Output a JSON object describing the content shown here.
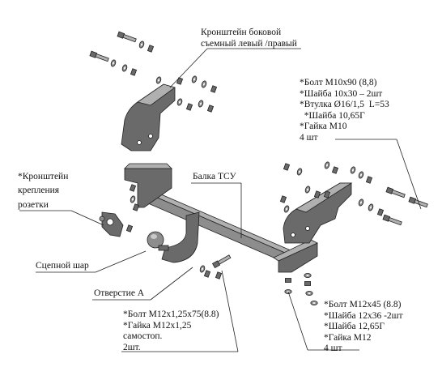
{
  "labels": {
    "side_bracket": "Кронштейн боковой\nсъемный левый /правый",
    "bolt_set_right": "*Болт М10х90 (8,8)\n*Шайба 10х30 – 2шт\n*Втулка Ø16/1,5  L=53\n  *Шайба 10,65Г\n*Гайка М10\n4 шт",
    "socket_bracket_line1": "*Кронштейн",
    "socket_bracket_line2": "крепления",
    "socket_bracket_line3": "розетки",
    "beam": "Балка ТСУ",
    "tow_ball": "Сцепной шар",
    "hole_a": "Отверстие А",
    "bolt_set_left": "*Болт М12х1,25х75(8.8)\n*Гайка М12х1,25\nсамостоп.\n2шт.",
    "bolt_set_bottom": "*Болт М12х45 (8.8)\n*Шайба 12х36 -2шт\n*Шайба 12,65Г\n*Гайка М12\n4 шт"
  },
  "icons": [
    "bolt-icon",
    "washer-icon",
    "nut-icon"
  ],
  "colors": {
    "metal_dark": "#6a6a6a",
    "metal_mid": "#8d8d8d",
    "metal_light": "#b0b0b0",
    "line": "#222222"
  }
}
